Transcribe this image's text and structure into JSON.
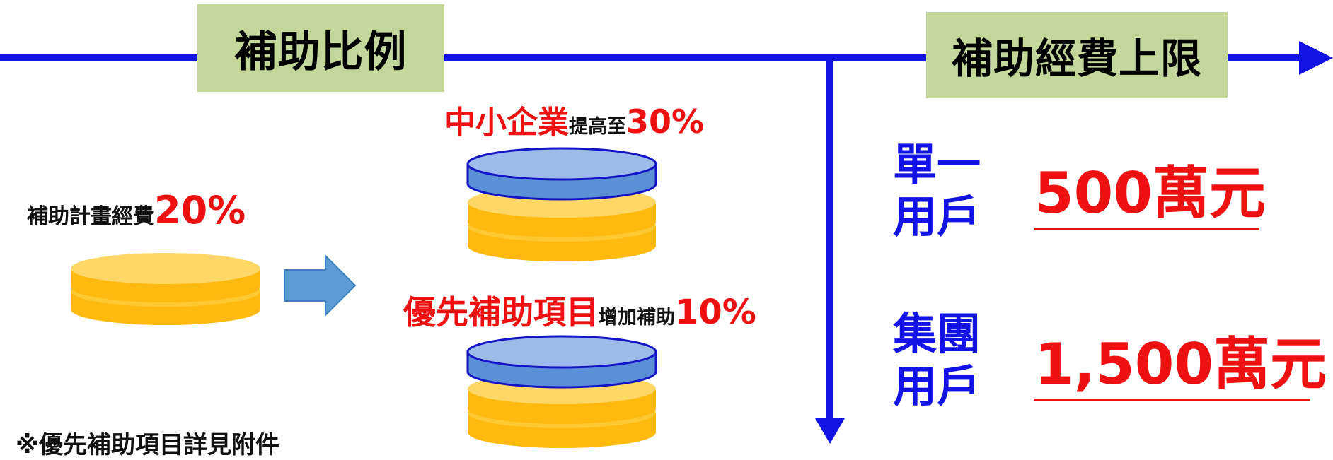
{
  "headers": {
    "ratio": "補助比例",
    "limit": "補助經費上限"
  },
  "base": {
    "label": "補助計畫經費",
    "percent": "20%"
  },
  "sme": {
    "label": "中小企業",
    "action": "提高至",
    "percent": "30%"
  },
  "priority": {
    "label": "優先補助項目",
    "action": "增加補助",
    "percent": "10%"
  },
  "note": "※優先補助項目詳見附件",
  "limits": {
    "single": {
      "line1": "單一",
      "line2": "用戶",
      "amount": "500萬元"
    },
    "group": {
      "line1": "集團",
      "line2": "用戶",
      "amount": "1,500萬元"
    }
  },
  "colors": {
    "line": "#1313e6",
    "header_box": "#c4d79b",
    "coin_gold": "#ffb90f",
    "coin_blue": "#5b8fd6",
    "arrow": "#5b9bd5",
    "highlight_red": "#ee1111"
  },
  "icons": [
    "coin-stack-icon",
    "right-arrow-icon",
    "arrow-line"
  ]
}
